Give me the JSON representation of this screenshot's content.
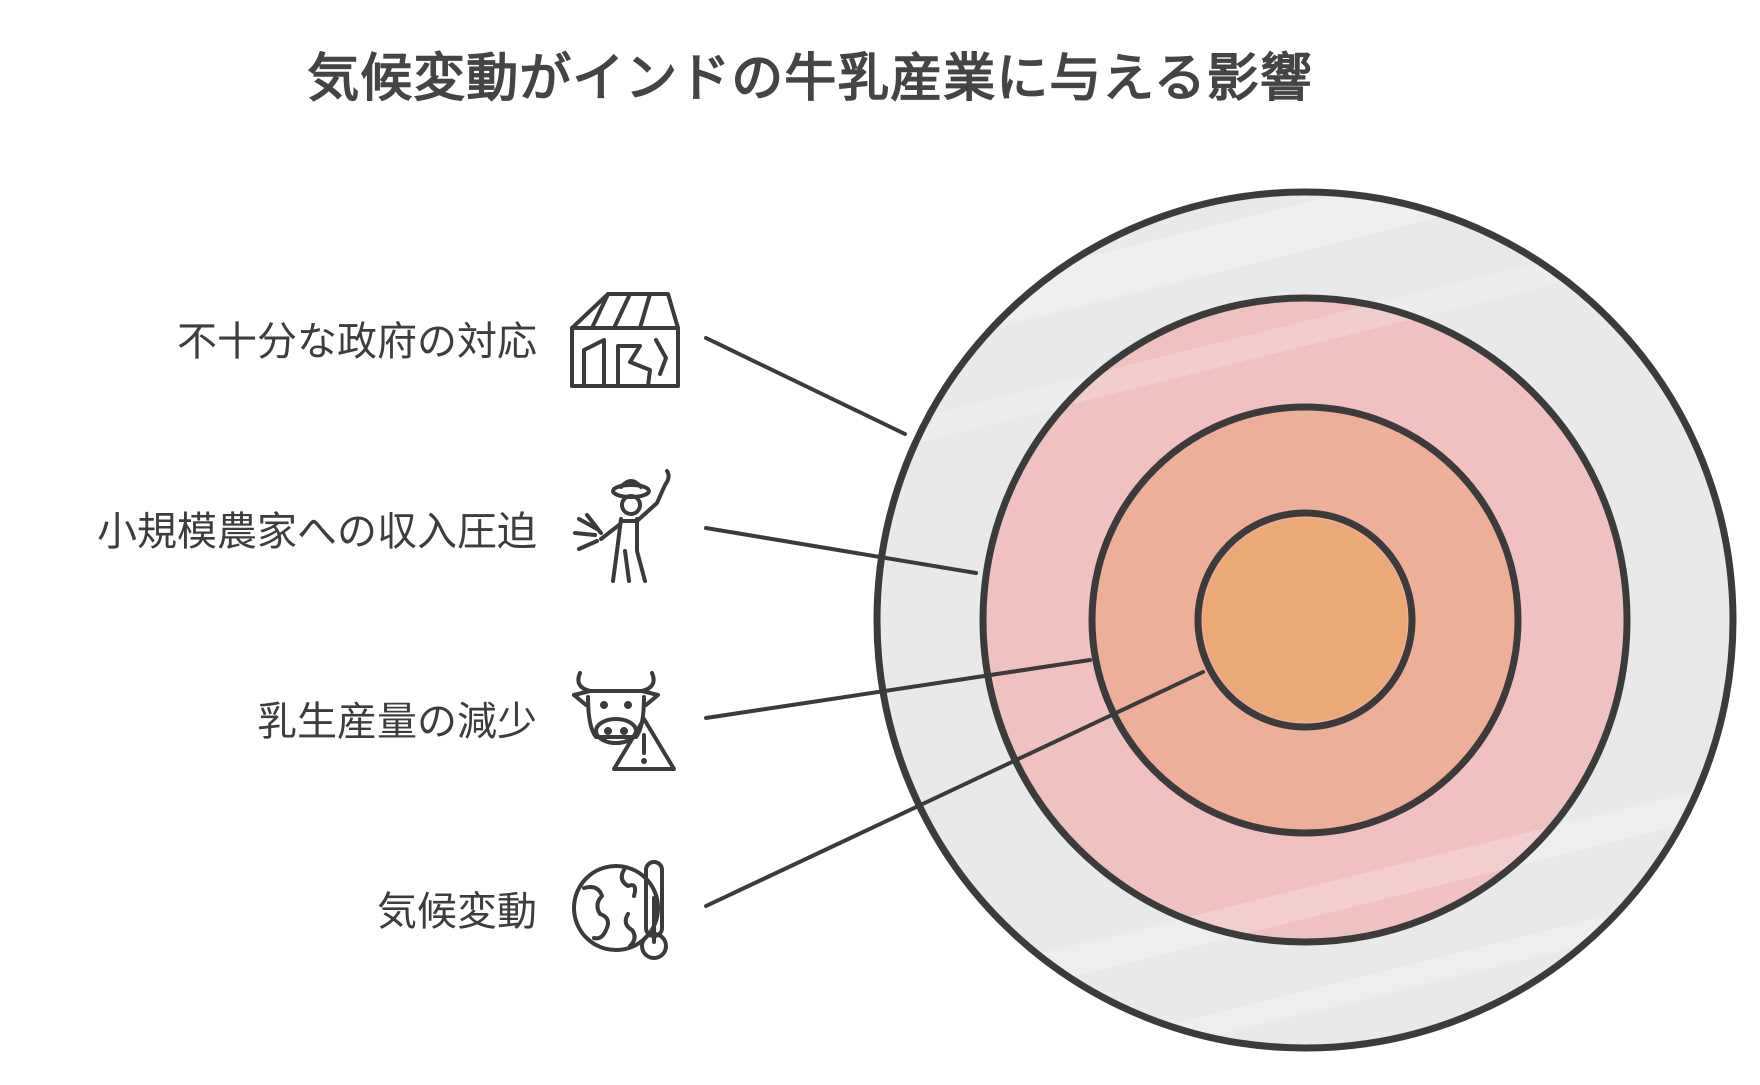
{
  "title": "気候変動がインドの牛乳産業に与える影響",
  "layers": [
    {
      "label": "不十分な政府の対応",
      "icon": "broken-house-icon",
      "color": "#e9e9e9"
    },
    {
      "label": "小規模農家への収入圧迫",
      "icon": "farmer-icon",
      "color": "#efc1c1"
    },
    {
      "label": "乳生産量の減少",
      "icon": "cow-warning-icon",
      "color": "#ecaf98"
    },
    {
      "label": "気候変動",
      "icon": "globe-thermometer-icon",
      "color": "#eca978"
    }
  ],
  "colors": {
    "stroke": "#3b3b3b",
    "text": "#3d3d3d"
  }
}
